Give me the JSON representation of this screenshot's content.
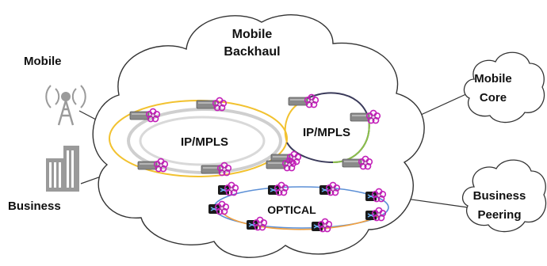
{
  "labels": {
    "mobile_backhaul_line1": "Mobile",
    "mobile_backhaul_line2": "Backhaul",
    "mobile": "Mobile",
    "business": "Business",
    "mobile_core_line1": "Mobile",
    "mobile_core_line2": "Core",
    "business_peering_line1": "Business",
    "business_peering_line2": "Peering",
    "ip_mpls_left": "IP/MPLS",
    "ip_mpls_right": "IP/MPLS",
    "optical": "OPTICAL"
  },
  "colors": {
    "cloud_stroke": "#333333",
    "ring_gold": "#f2c230",
    "ring_grey": "#cfcfcf",
    "ring_dark": "#3a3a5a",
    "ring_green": "#8cc04a",
    "ring_blue": "#5b8fd6",
    "ring_orange": "#f0a040",
    "router_body": "#8a8a8a",
    "flower": "#c21fb8",
    "optical_node": "#1a1a1a",
    "icon_grey": "#9a9a9a"
  },
  "icons": {
    "tower": "antenna-tower-icon",
    "building": "office-building-icon",
    "router": "router-icon",
    "optical_node": "optical-node-icon"
  }
}
